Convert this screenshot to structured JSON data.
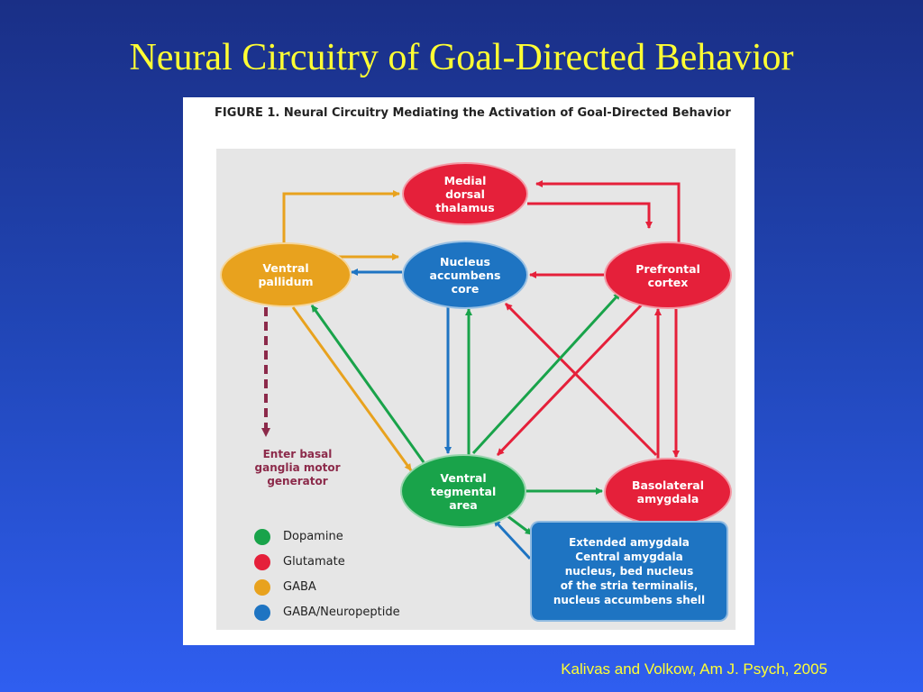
{
  "slide": {
    "title": "Neural Circuitry of Goal-Directed Behavior",
    "citation": "Kalivas and Volkow, Am J. Psych, 2005"
  },
  "figure": {
    "caption": "FIGURE 1. Neural Circuitry Mediating the Activation of Goal-Directed Behavior"
  },
  "colors": {
    "background_top": "#1a2f86",
    "background_bottom": "#2f5ef0",
    "title_text": "#ffff33",
    "dopamine": "#19a34a",
    "glutamate": "#e5203a",
    "gaba": "#e8a21e",
    "gaba_neuropeptide": "#1e74c2",
    "output_dashed": "#8c2a4a"
  },
  "nodes": {
    "md_thalamus": "Medial\ndorsal\nthalamus",
    "nacc_core": "Nucleus\naccumbens\ncore",
    "pfc": "Prefrontal\ncortex",
    "vp": "Ventral\npallidum",
    "vta": "Ventral\ntegmental\narea",
    "bla": "Basolateral\namygdala",
    "extended_amygdala": "Extended amygdala\nCentral amygdala\nnucleus, bed nucleus\nof the stria terminalis,\nnucleus accumbens shell"
  },
  "output_label": "Enter basal\nganglia motor\ngenerator",
  "legend": [
    {
      "label": "Dopamine",
      "color": "#19a34a"
    },
    {
      "label": "Glutamate",
      "color": "#e5203a"
    },
    {
      "label": "GABA",
      "color": "#e8a21e"
    },
    {
      "label": "GABA/Neuropeptide",
      "color": "#1e74c2"
    }
  ]
}
